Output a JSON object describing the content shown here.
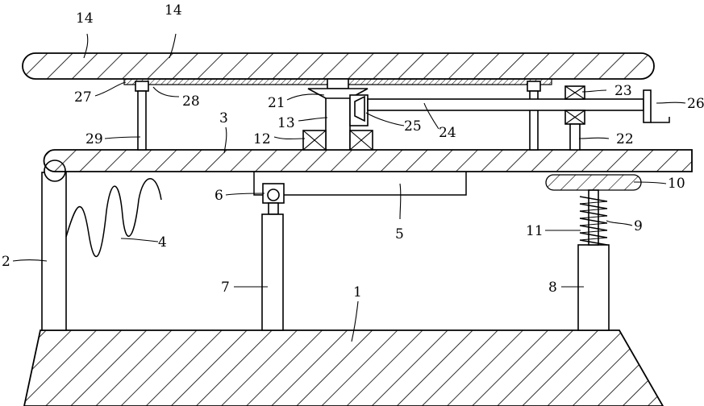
{
  "labels": {
    "l1": "1",
    "l2": "2",
    "l3": "3",
    "l4": "4",
    "l5": "5",
    "l6": "6",
    "l7": "7",
    "l8": "8",
    "l9": "9",
    "l10": "10",
    "l11": "11",
    "l12": "12",
    "l13": "13",
    "l14a": "14",
    "l14b": "14",
    "l21": "21",
    "l22": "22",
    "l23": "23",
    "l24": "24",
    "l25": "25",
    "l26": "26",
    "l27": "27",
    "l28": "28",
    "l29": "29"
  }
}
